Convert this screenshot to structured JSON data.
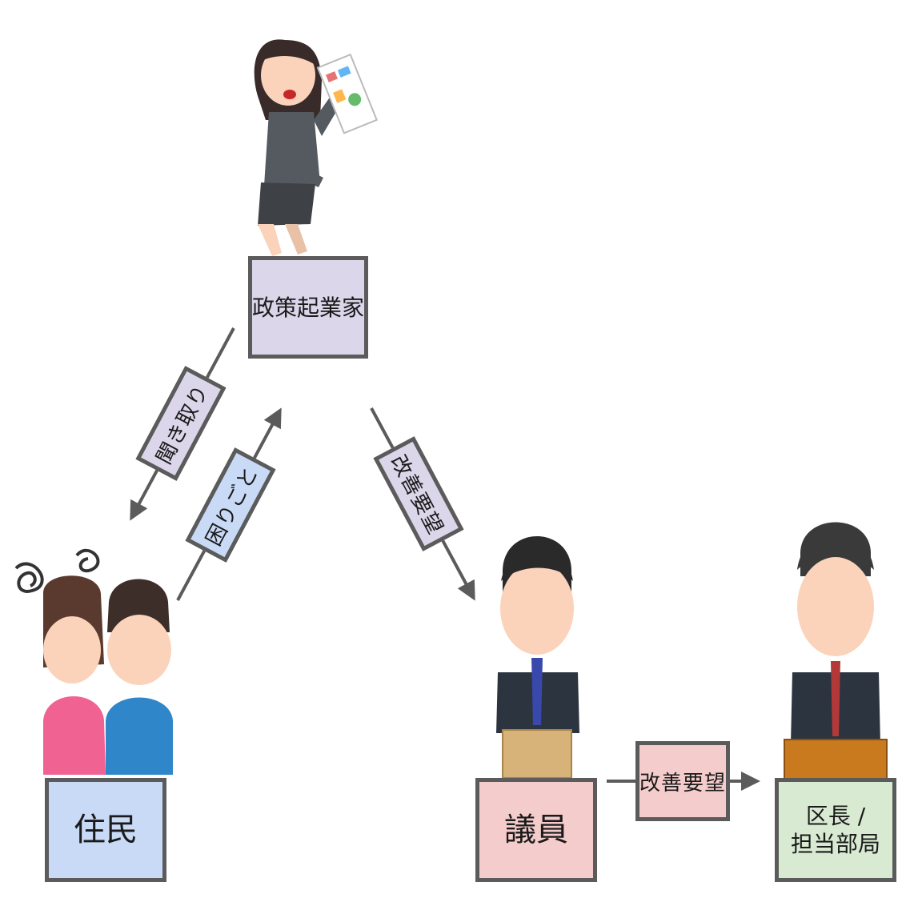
{
  "colors": {
    "stroke": "#5b5b5b",
    "entrepreneur": "#dcd6ea",
    "resident": "#c9daf6",
    "council": "#f4cccc",
    "ward": "#d9ead3"
  },
  "nodes": {
    "entrepreneur": "政策起業家",
    "residents": "住民",
    "council_member": "議員",
    "ward_line1": "区長 /",
    "ward_line2": "担当部局"
  },
  "edges": {
    "hearing": "聞き取り",
    "troubles": "困りごと",
    "improvement_request_diag": "改善要望",
    "improvement_request_horiz": "改善要望"
  }
}
